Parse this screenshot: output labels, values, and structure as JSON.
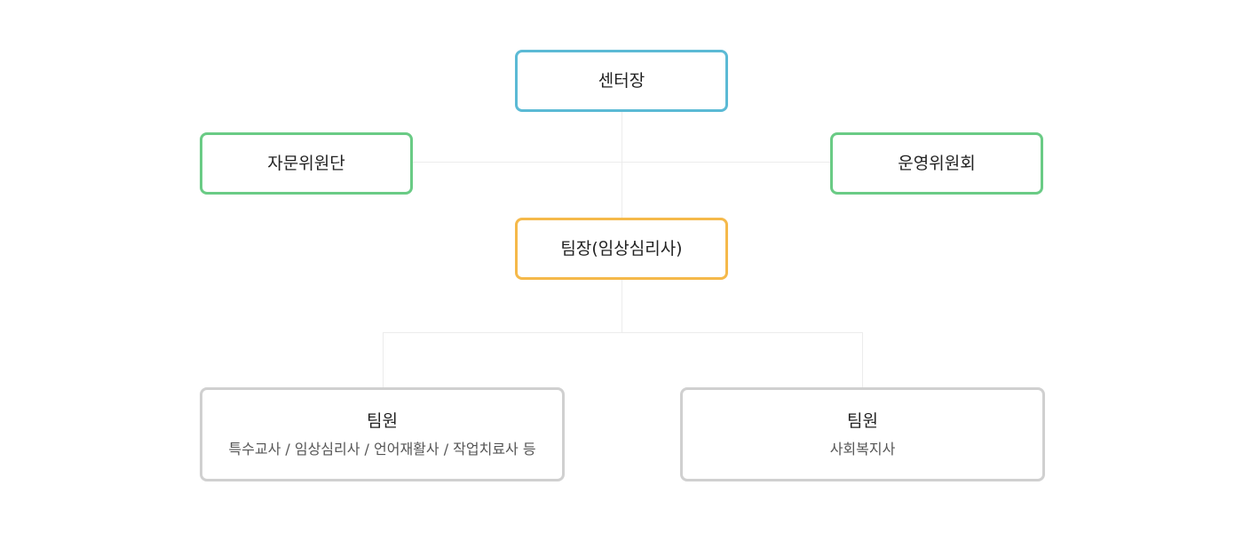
{
  "org_chart": {
    "director": {
      "label": "센터장",
      "color": "#5bbad5"
    },
    "advisory": {
      "label": "자문위원단",
      "color": "#6acb85"
    },
    "committee": {
      "label": "운영위원회",
      "color": "#6acb85"
    },
    "team_leader": {
      "label": "팀장(임상심리사)",
      "color": "#f5b94a"
    },
    "members": [
      {
        "label": "팀원",
        "roles": "특수교사 / 임상심리사 / 언어재활사 / 작업치료사 등",
        "color": "#d0d0d0"
      },
      {
        "label": "팀원",
        "roles": "사회복지사",
        "color": "#d0d0d0"
      }
    ],
    "line_color": "#ececec"
  }
}
